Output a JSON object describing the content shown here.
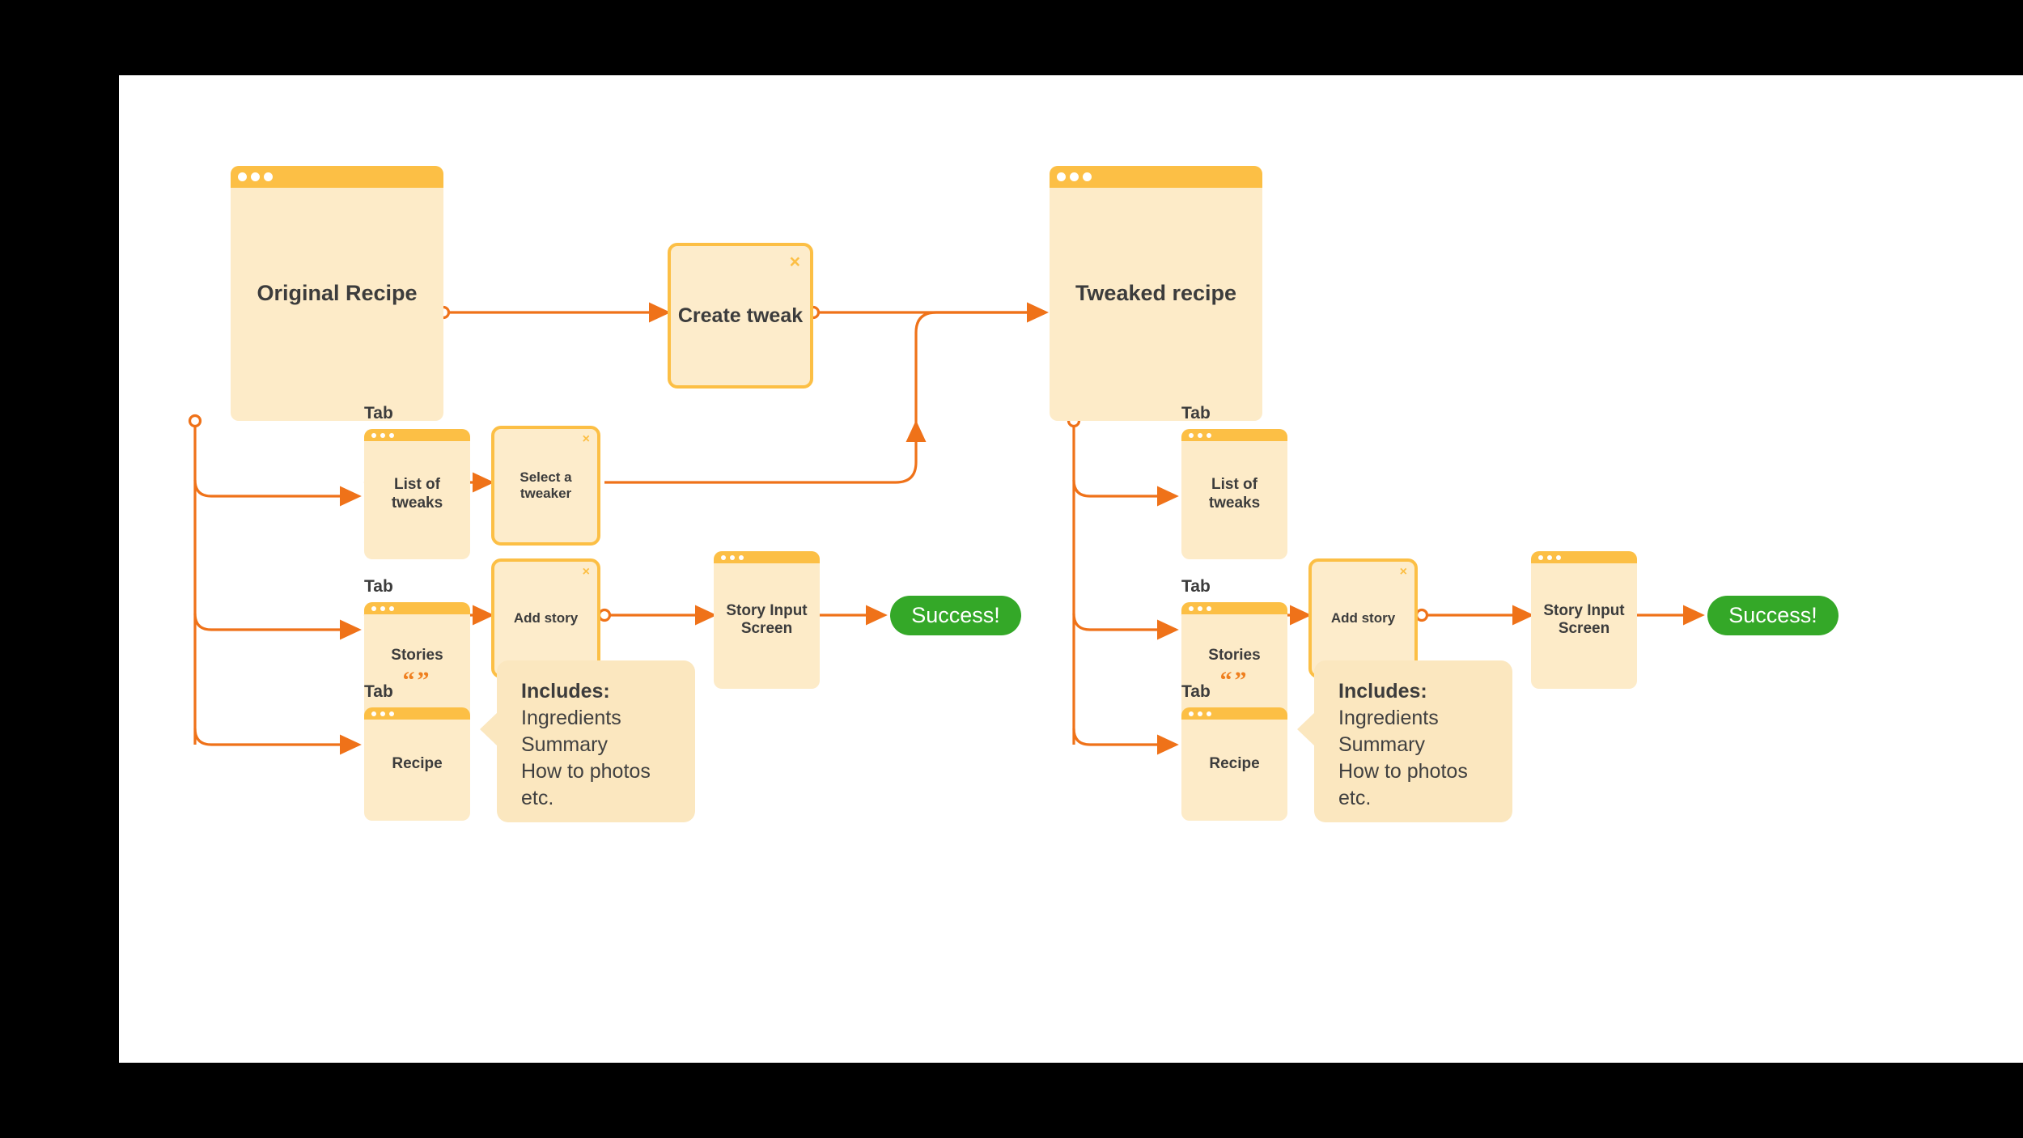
{
  "canvas": {
    "background": "#ffffff",
    "frame": "#000000"
  },
  "theme": {
    "card_body": "#fdebc8",
    "card_titlebar": "#fcbf45",
    "modal_border": "#fcbf45",
    "connector": "#ef7219",
    "text": "#3c3c3c",
    "success_green": "#34a828",
    "quote_orange": "#ef7f1f"
  },
  "labels": {
    "tab": "Tab",
    "close_icon": "×"
  },
  "flow_left": {
    "root": {
      "title": "Original Recipe"
    },
    "modal_create_tweak": {
      "title": "Create tweak",
      "close": "×"
    },
    "rows": [
      {
        "tab_caption": "Tab",
        "screen": "List of tweaks",
        "modal": "Select a tweaker",
        "modal_close": "×"
      },
      {
        "tab_caption": "Tab",
        "screen": "Stories",
        "decoration": "quote-marks",
        "modal": "Add story",
        "modal_close": "×",
        "screen2": "Story Input Screen",
        "success": "Success!"
      },
      {
        "tab_caption": "Tab",
        "screen": "Recipe",
        "callout": {
          "title": "Includes:",
          "lines": [
            "Ingredients",
            "Summary",
            "How to photos",
            "etc."
          ]
        }
      }
    ]
  },
  "flow_right": {
    "root": {
      "title": "Tweaked recipe"
    },
    "rows": [
      {
        "tab_caption": "Tab",
        "screen": "List of tweaks"
      },
      {
        "tab_caption": "Tab",
        "screen": "Stories",
        "decoration": "quote-marks",
        "modal": "Add story",
        "modal_close": "×",
        "screen2": "Story Input Screen",
        "success": "Success!"
      },
      {
        "tab_caption": "Tab",
        "screen": "Recipe",
        "callout": {
          "title": "Includes:",
          "lines": [
            "Ingredients",
            "Summary",
            "How to photos",
            "etc."
          ]
        }
      }
    ]
  }
}
